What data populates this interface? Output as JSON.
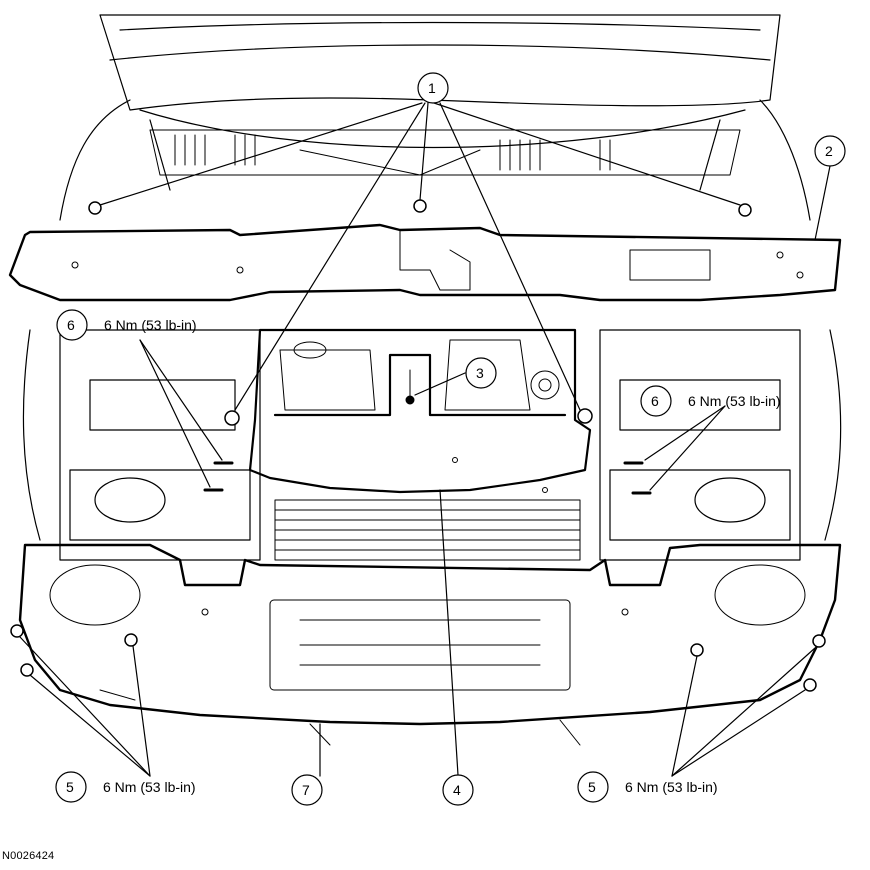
{
  "callouts": [
    {
      "number": "1"
    },
    {
      "number": "2"
    },
    {
      "number": "3"
    },
    {
      "number": "4"
    },
    {
      "number": "5",
      "torque": "6 Nm (53 lb-in)"
    },
    {
      "number": "5",
      "torque": "6 Nm (53 lb-in)"
    },
    {
      "number": "6",
      "torque": "6 Nm (53 lb-in)"
    },
    {
      "number": "6",
      "torque": "6 Nm (53 lb-in)"
    },
    {
      "number": "7"
    }
  ],
  "figure_id": "N0026424"
}
